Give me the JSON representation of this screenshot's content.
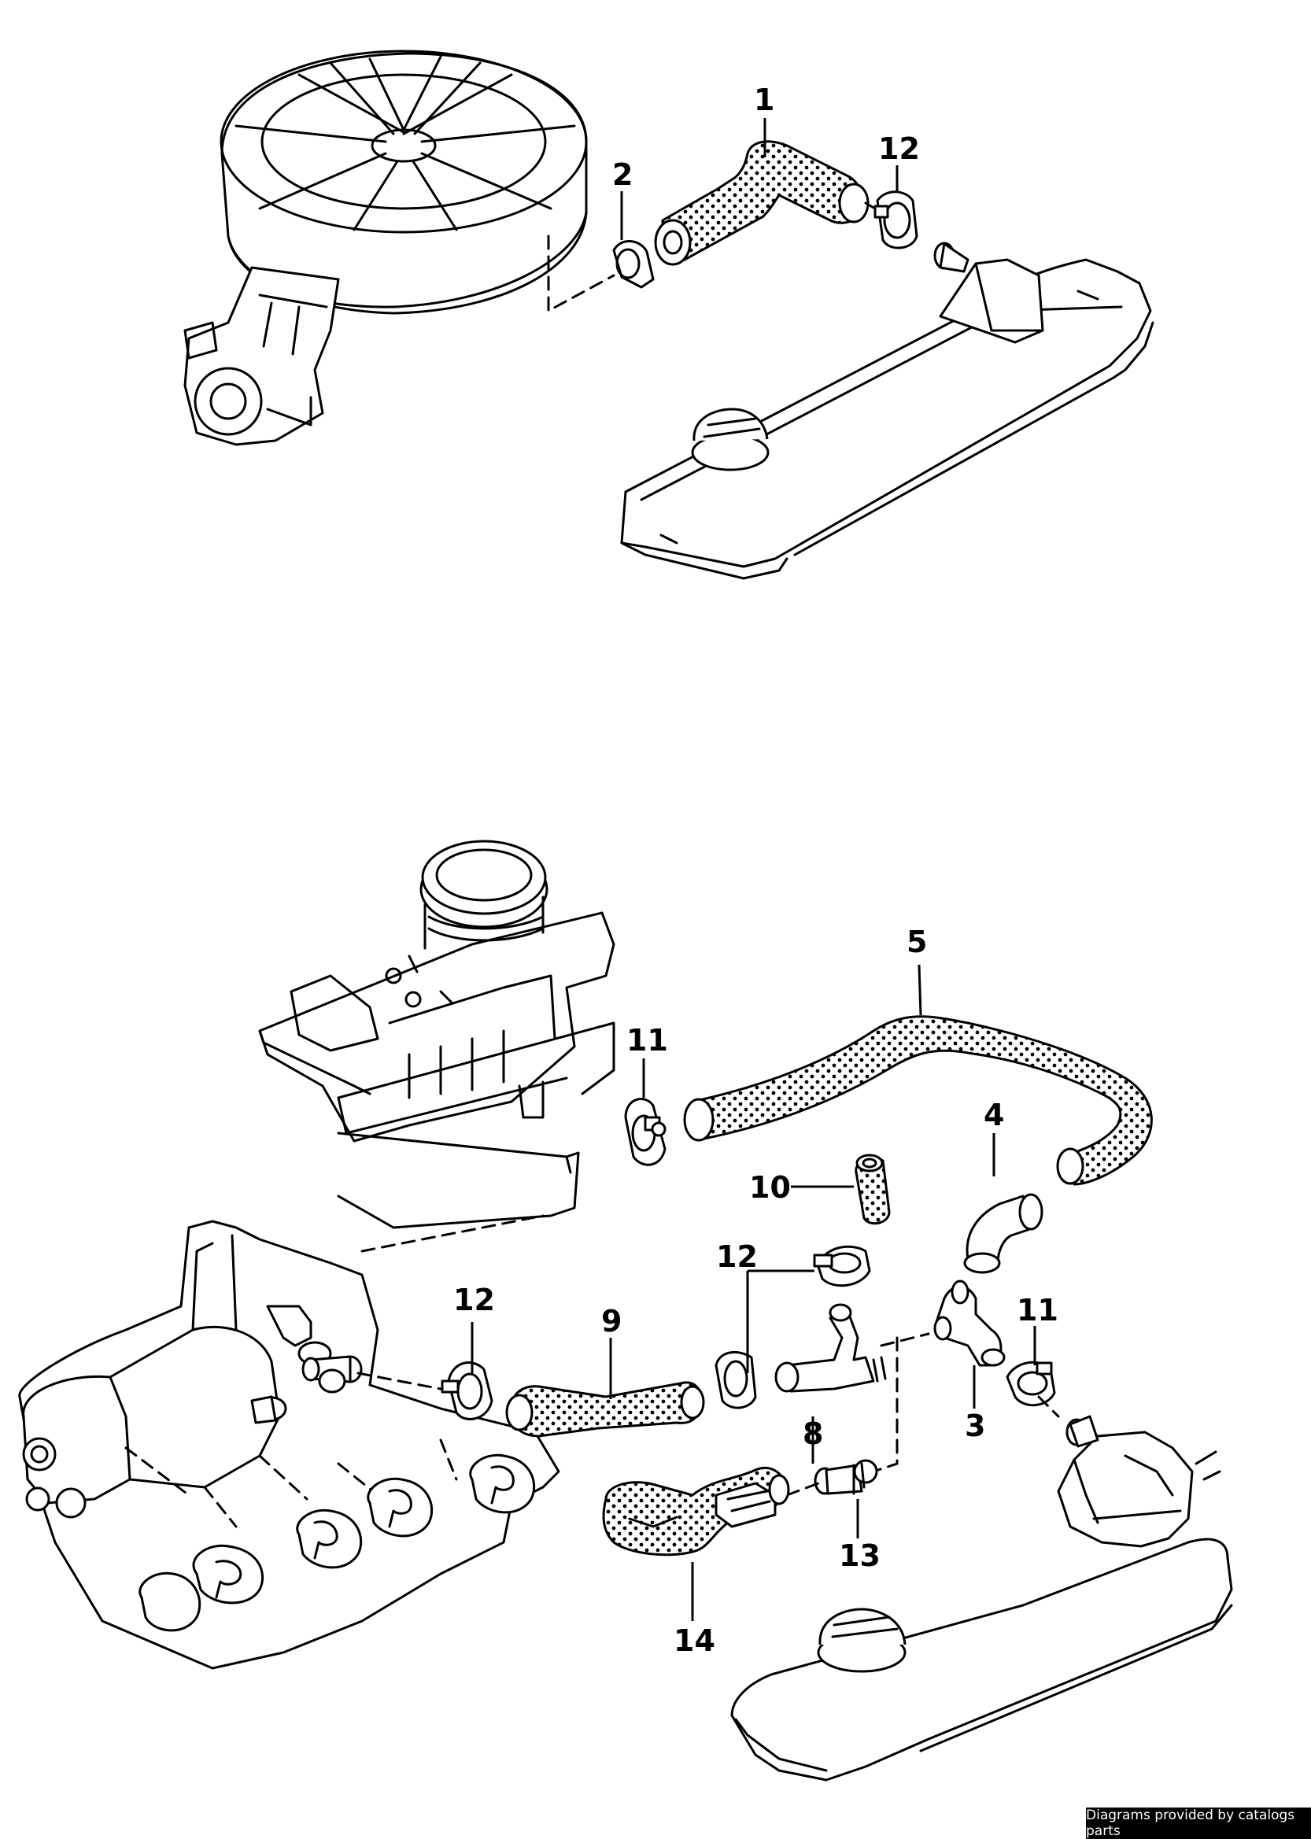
{
  "callouts": {
    "c1": "1",
    "c2": "2",
    "c12a": "12",
    "c5": "5",
    "c11a": "11",
    "c4": "4",
    "c10": "10",
    "c12b": "12",
    "c12c": "12",
    "c9": "9",
    "c11b": "11",
    "c8": "8",
    "c3": "3",
    "c13": "13",
    "c14": "14"
  },
  "credit": "Diagrams provided by catalogs parts"
}
